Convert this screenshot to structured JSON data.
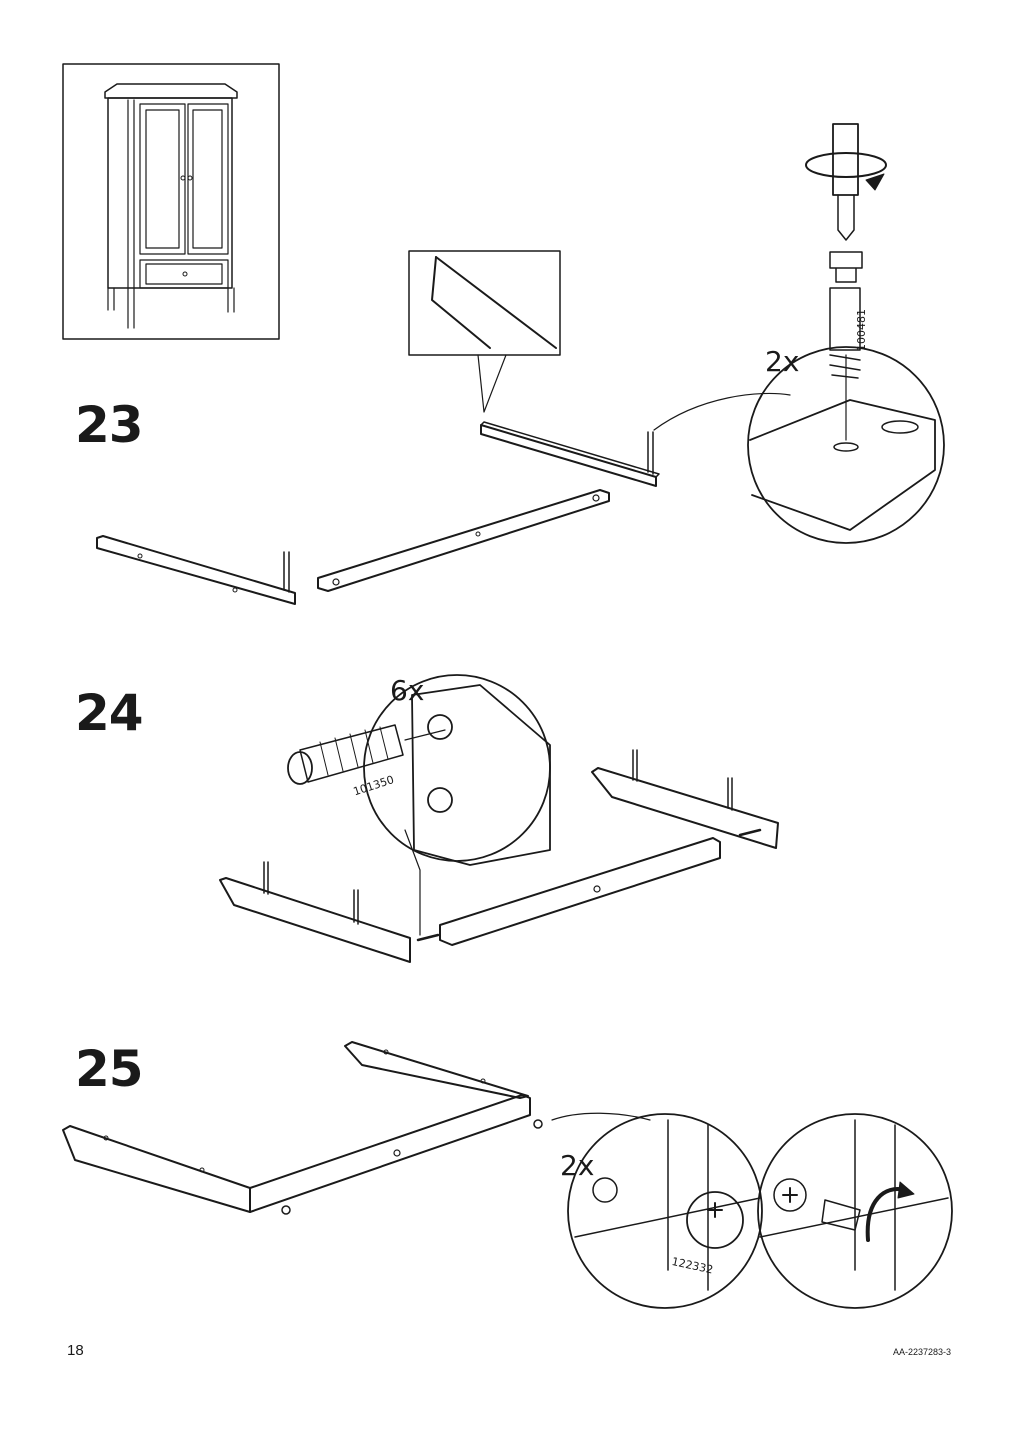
{
  "steps": [
    {
      "number": "23",
      "quantity": "2x",
      "part_number": "100481"
    },
    {
      "number": "24",
      "quantity": "6x",
      "part_number": "101350"
    },
    {
      "number": "25",
      "quantity": "2x",
      "part_number": "122332"
    }
  ],
  "footer": {
    "page_number": "18",
    "document_code": "AA-2237283-3"
  },
  "icons": [
    "wardrobe-thumbnail",
    "screwdriver-rotate-icon",
    "dowel-icon",
    "cam-lock-icon"
  ]
}
